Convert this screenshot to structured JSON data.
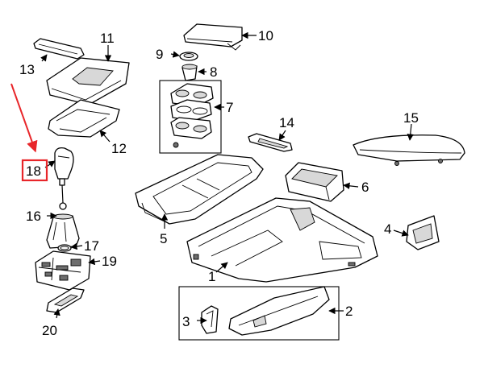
{
  "callouts": {
    "c1": "1",
    "c2": "2",
    "c3": "3",
    "c4": "4",
    "c5": "5",
    "c6": "6",
    "c7": "7",
    "c8": "8",
    "c9": "9",
    "c10": "10",
    "c11": "11",
    "c12": "12",
    "c13": "13",
    "c14": "14",
    "c15": "15",
    "c16": "16",
    "c17": "17",
    "c18": "18",
    "c19": "19",
    "c20": "20"
  },
  "highlight": {
    "target_callout": "18",
    "color": "#e8262a"
  }
}
